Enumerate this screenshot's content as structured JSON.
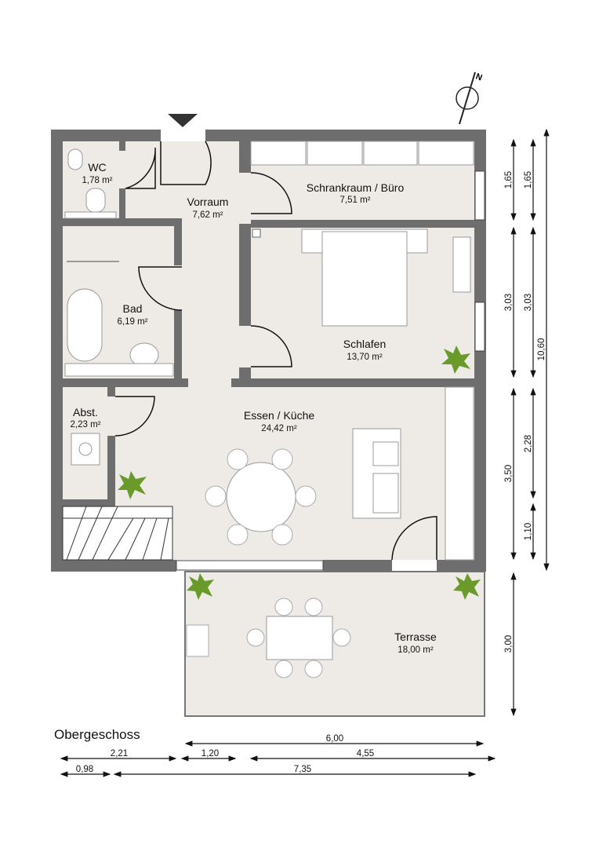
{
  "plan_title": "Obergeschoss",
  "compass_label": "N",
  "rooms": [
    {
      "name": "WC",
      "area": "1,78 m²"
    },
    {
      "name": "Vorraum",
      "area": "7,62 m²"
    },
    {
      "name": "Schrankraum / Büro",
      "area": "7,51 m²"
    },
    {
      "name": "Bad",
      "area": "6,19 m²"
    },
    {
      "name": "Schlafen",
      "area": "13,70 m²"
    },
    {
      "name": "Abst.",
      "area": "2,23 m²"
    },
    {
      "name": "Essen / Küche",
      "area": "24,42 m²"
    },
    {
      "name": "Terrasse",
      "area": "18,00 m²"
    }
  ],
  "dimensions_bottom": [
    "6,00",
    "2,21",
    "1,20",
    "4,55",
    "0,98",
    "7,35"
  ],
  "dimensions_right": [
    "1,65",
    "1,65",
    "3,03",
    "3,03",
    "10,60",
    "3,50",
    "2,28",
    "1,10",
    "3,00"
  ],
  "colors": {
    "wall": "#6e6e6e",
    "floor": "#eeebe7",
    "plant": "#6a9a2a"
  }
}
